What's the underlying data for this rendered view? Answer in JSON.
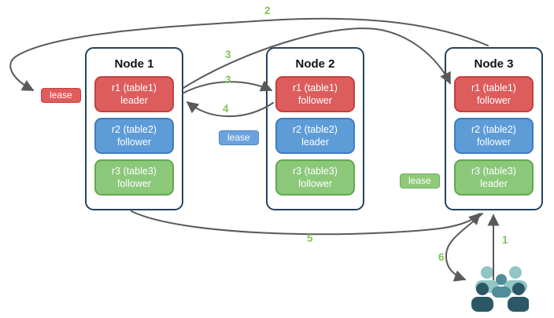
{
  "nodes": [
    {
      "title": "Node 1",
      "replicas": [
        {
          "name": "r1 (table1)",
          "role": "leader"
        },
        {
          "name": "r2 (table2)",
          "role": "follower"
        },
        {
          "name": "r3 (table3)",
          "role": "follower"
        }
      ]
    },
    {
      "title": "Node 2",
      "replicas": [
        {
          "name": "r1 (table1)",
          "role": "follower"
        },
        {
          "name": "r2 (table2)",
          "role": "leader"
        },
        {
          "name": "r3 (table3)",
          "role": "follower"
        }
      ]
    },
    {
      "title": "Node 3",
      "replicas": [
        {
          "name": "r1 (table1)",
          "role": "follower"
        },
        {
          "name": "r2 (table2)",
          "role": "follower"
        },
        {
          "name": "r3 (table3)",
          "role": "leader"
        }
      ]
    }
  ],
  "leases": {
    "red": "lease",
    "blue": "lease",
    "green": "lease"
  },
  "steps": {
    "s1": "1",
    "s2": "2",
    "s3a": "3",
    "s3b": "3",
    "s4": "4",
    "s5": "5",
    "s6": "6"
  },
  "icons": {
    "users": "user-group-icon"
  },
  "colors": {
    "node_border": "#23445d",
    "replica_red": "#dd5c5c",
    "replica_red_border": "#c14040",
    "replica_blue": "#5e9cd8",
    "replica_blue_border": "#3f7cc0",
    "replica_green": "#8bc87a",
    "replica_green_border": "#62a84f",
    "lease_red": "#e05c5c",
    "lease_blue": "#6aa3dd",
    "lease_green": "#90c978",
    "step_label": "#82c257",
    "arrow": "#595959",
    "users_light": "#92c5c5",
    "users_mid": "#4f8e99",
    "users_dark": "#2c5866"
  }
}
